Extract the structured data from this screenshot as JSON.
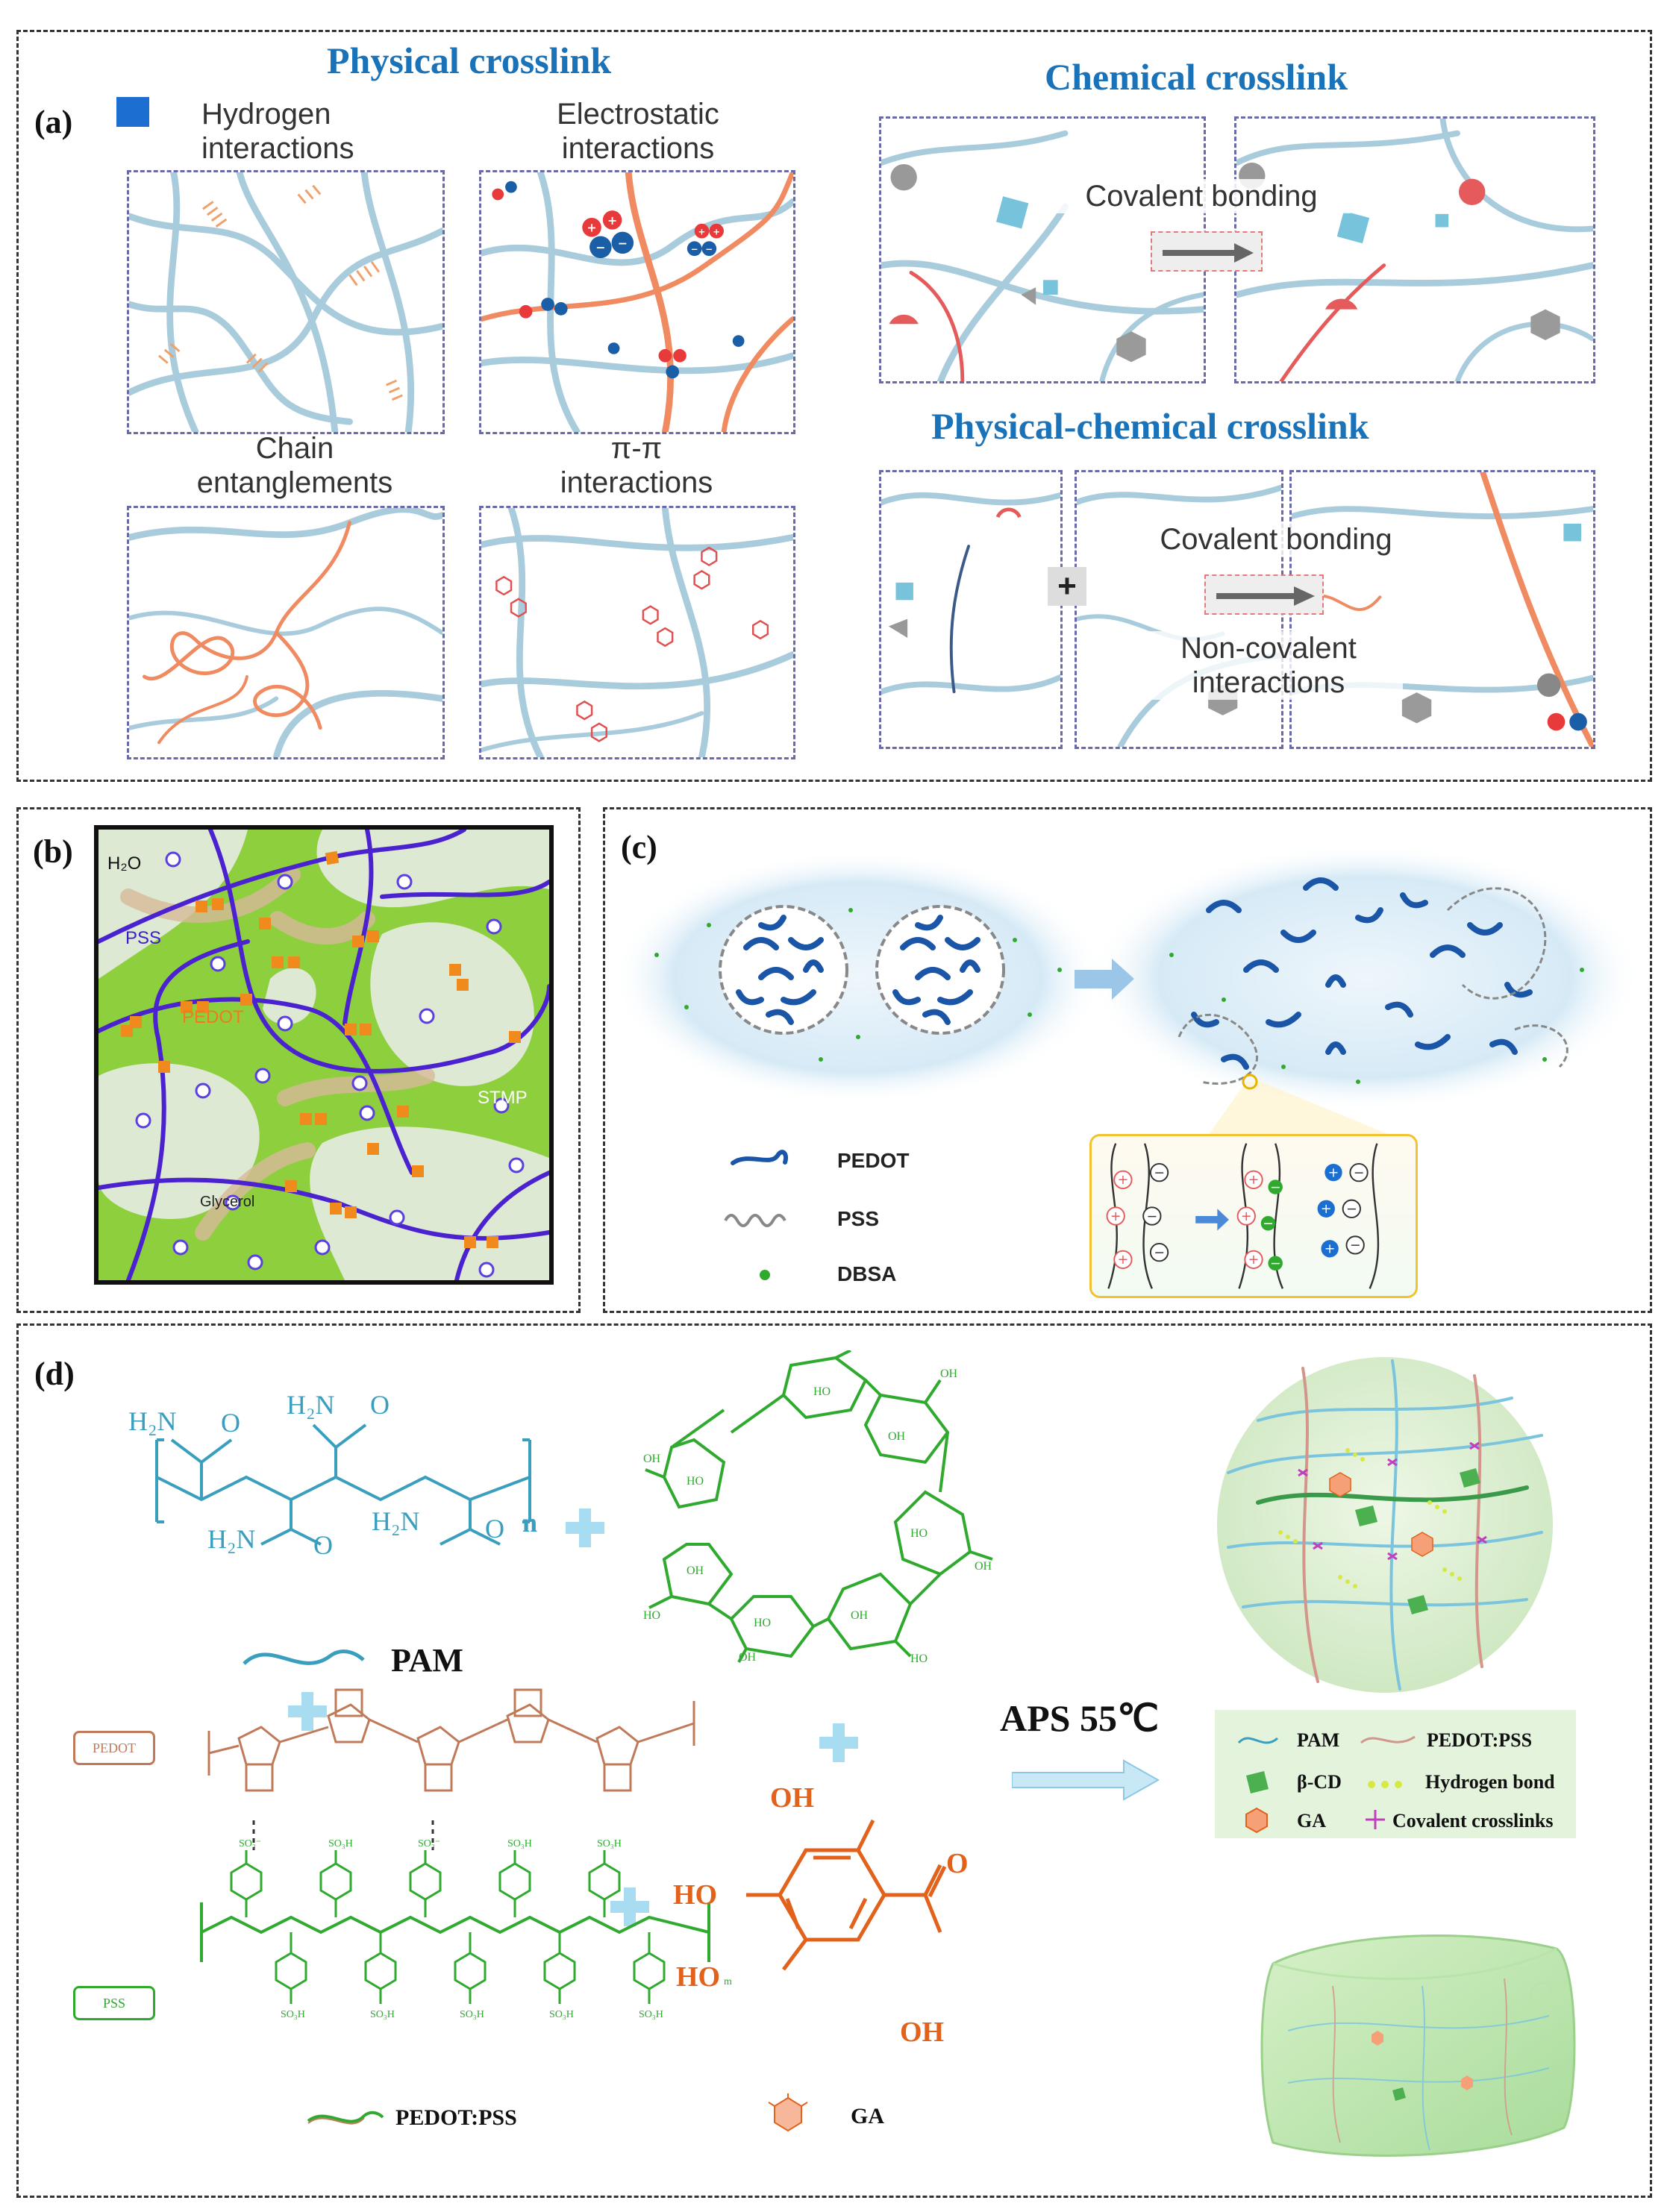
{
  "panel_a": {
    "label": "(a)",
    "physical_title": "Physical crosslink",
    "hydrogen": "Hydrogen\ninteractions",
    "electrostatic": "Electrostatic\ninteractions",
    "chain": "Chain\nentanglements",
    "pi": "π-π\ninteractions",
    "chemical_title": "Chemical crosslink",
    "covalent_bonding_1": "Covalent bonding",
    "phys_chem_title": "Physical-chemical crosslink",
    "covalent_bonding_2": "Covalent bonding",
    "noncovalent": "Non-covalent\ninteractions"
  },
  "panel_b": {
    "label": "(b)",
    "h2o": "H₂O",
    "pss": "PSS",
    "pedot": "PEDOT",
    "stmp": "STMP",
    "glycerol": "Glycerol"
  },
  "panel_c": {
    "label": "(c)",
    "legend_pedot": "PEDOT",
    "legend_pss": "PSS",
    "legend_dbsa": "DBSA"
  },
  "panel_d": {
    "label": "(d)",
    "h2n_1": "H₂N",
    "o_1": "O",
    "h2n_2": "H₂N",
    "o_2": "O",
    "h2n_3": "H₂N",
    "o_3": "O",
    "h2n_4": "H₂N",
    "o_4": "O",
    "n_sub": "n",
    "pam_label": "PAM",
    "pedot_box": "PEDOT",
    "pss_box": "PSS",
    "pedotpss_label": "PEDOT:PSS",
    "ga_label": "GA",
    "ga_oh_top": "OH",
    "ga_ho_mid": "HO",
    "ga_ho_bot": "HO",
    "ga_o": "O",
    "ga_oh_acid": "OH",
    "reaction": "APS 55℃",
    "legend_pam": "PAM",
    "legend_pedotpss": "PEDOT:PSS",
    "legend_bcd": "β-CD",
    "legend_hbond": "Hydrogen bond",
    "legend_ga": "GA",
    "legend_covalent": "Covalent crosslinks"
  },
  "colors": {
    "title_blue": "#1a72b8",
    "teal": "#3a9fbe",
    "green": "#2faa2f",
    "orange": "#e2621b",
    "purple": "#4b2fd0",
    "pedot_orange": "#f08a1c"
  }
}
